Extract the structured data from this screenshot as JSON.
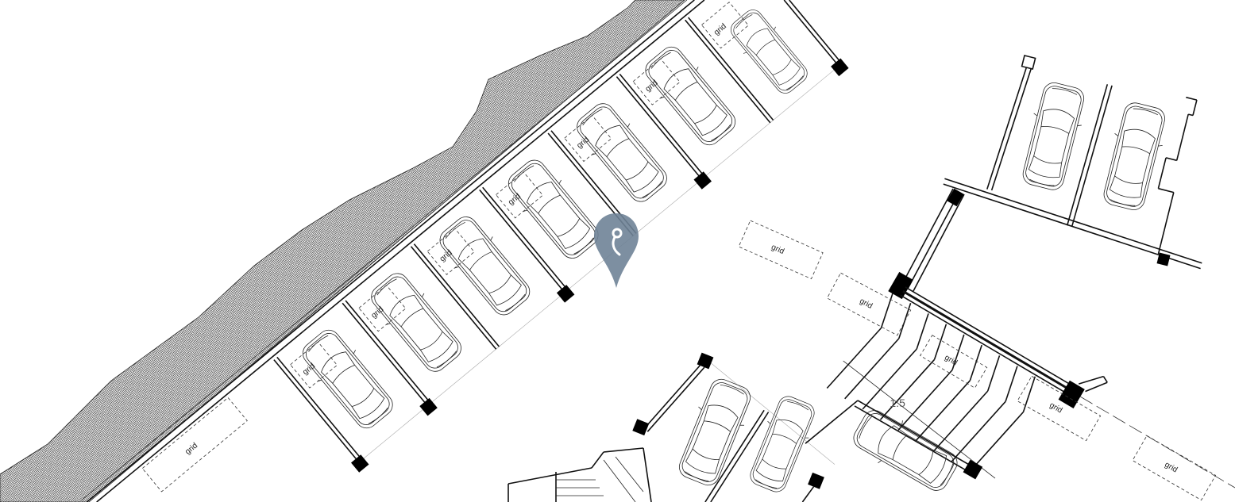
{
  "drawing": {
    "bay_labels": [
      "grid",
      "grid",
      "grid",
      "grid",
      "grid",
      "grid",
      "grid"
    ],
    "aisle_labels": [
      "grid",
      "grid",
      "grid",
      "grid",
      "grid",
      "grid"
    ],
    "ramp_slope": "1:5"
  },
  "marker": {
    "icon": "map-pin-icon",
    "color": "#6f8397"
  }
}
